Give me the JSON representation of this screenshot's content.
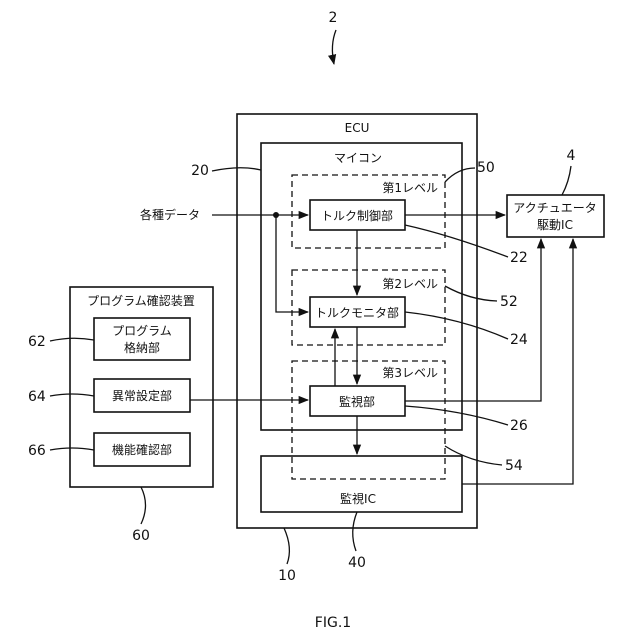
{
  "figure_ref": "2",
  "ecu": {
    "label": "ECU",
    "ref": "10"
  },
  "microcomputer": {
    "label": "マイコン",
    "ref": "20"
  },
  "level1": {
    "label": "第1レベル",
    "ref": "50"
  },
  "level2": {
    "label": "第2レベル",
    "ref": "52"
  },
  "level3": {
    "label": "第3レベル",
    "ref": "54"
  },
  "torque_control": {
    "label": "トルク制御部",
    "ref": "22"
  },
  "torque_monitor": {
    "label": "トルクモニタ部",
    "ref": "24"
  },
  "monitor_unit": {
    "label": "監視部",
    "ref": "26"
  },
  "monitor_ic": {
    "label": "監視IC",
    "ref": "40"
  },
  "actuator_ic": {
    "label_line1": "アクチュエータ",
    "label_line2": "駆動IC",
    "ref": "4"
  },
  "input_data": {
    "label": "各種データ"
  },
  "program_checker": {
    "label": "プログラム確認装置",
    "ref": "60"
  },
  "program_storage": {
    "label_line1": "プログラム",
    "label_line2": "格納部",
    "ref": "62"
  },
  "fault_setting": {
    "label": "異常設定部",
    "ref": "64"
  },
  "function_check": {
    "label": "機能確認部",
    "ref": "66"
  },
  "caption": "FIG.1"
}
